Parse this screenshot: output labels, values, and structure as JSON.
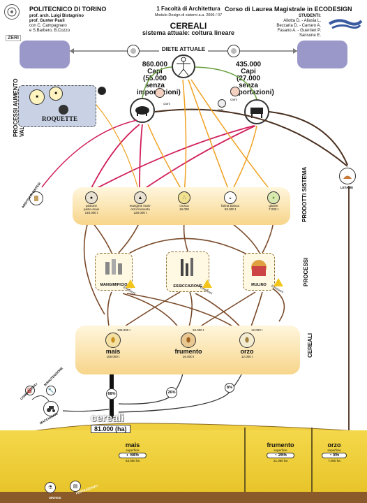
{
  "header": {
    "university": "POLITECNICO DI TORINO",
    "professors": [
      "prof. arch. Luigi Bistagnino",
      "prof. Gunter Pauli",
      "con C. Campagnaro",
      "e S.Barbero, B.Cozzo"
    ],
    "faculty": "1 Facoltà di Architettura",
    "module": "Modulo Design di sistemi  a.a. 2006 / 07",
    "course": "Corso di Laurea Magistrale in ECODESIGN",
    "students_label": "STUDENTI:",
    "students": [
      "Aliotta D. - Allasia L.",
      "Beccaria D. - Carraro A.",
      "Fasano A. - Guerrieri P.",
      "Sansone E."
    ],
    "title": "CEREALI",
    "subtitle": "sistema attuale: coltura lineare",
    "zeri_logo": "ZERI"
  },
  "diets": {
    "label": "DIETE ATTUALE",
    "left_value": "860.000",
    "left_text": [
      "Capi",
      "(55.000",
      "senza",
      "importazioni)"
    ],
    "right_value": "435.000",
    "right_text": [
      "Capi",
      "(27.000",
      "senza",
      "importazioni)"
    ],
    "carni_left": "carni",
    "carni_right": "carni",
    "latte": "latte"
  },
  "side_labels": {
    "processi_aumento": "PROCESSI AUMENTO VALORE",
    "prodotti_sistema": "PRODOTTI SISTEMA",
    "processi": "PROCESSI",
    "cereali": "CEREALI",
    "letame": "LETAME",
    "additivi": "ADDITIVI DI SINTESI",
    "macchinari": "MACCHINARI",
    "combustibili": "COMBUSTIBILI",
    "manutenzione": "MANUTENZIONE"
  },
  "roquette": "ROQUETTE",
  "prodotti": [
    {
      "name": "pastone",
      "name2": "pasto-mais",
      "value": "140.000 t"
    },
    {
      "name": "mangime mais-",
      "name2": "orzo frumento",
      "value": "220.000 t"
    },
    {
      "name": "crusca",
      "name2": "",
      "value": "16.000"
    },
    {
      "name": "farina bianca",
      "name2": "",
      "value": "83.000 t"
    },
    {
      "name": "glutine",
      "name2": "",
      "value": "7.000 t"
    }
  ],
  "processi": [
    {
      "name": "MANGIMIFICIO",
      "warn": "Emissioni"
    },
    {
      "name": "ESSICCAZIONE",
      "warn": "Emissioni"
    },
    {
      "name": "MULINO",
      "warn": "Emissioni"
    }
  ],
  "cereali": [
    {
      "name": "mais",
      "top_value": "106.000 t",
      "bottom_value": "106.000 t"
    },
    {
      "name": "frumento",
      "top_value": "26.000 t",
      "bottom_value": "26.000 t"
    },
    {
      "name": "orzo",
      "top_value": "12.000 t",
      "bottom_value": "12.000 t"
    }
  ],
  "arrows": {
    "pct_68": "68%",
    "pct_26": "26%",
    "pct_8": "8%"
  },
  "field": {
    "label": "cereali",
    "total": "81.000 (ha)",
    "sections": [
      {
        "name": "mais",
        "sup": "superficie",
        "pct": "68%",
        "ha": "53.000 ha"
      },
      {
        "name": "frumento",
        "sup": "superficie",
        "pct": "26%",
        "ha": "21.000 ha"
      },
      {
        "name": "orzo",
        "sup": "superficie",
        "pct": "8%",
        "ha": "7.000 ha"
      }
    ]
  },
  "bottom": {
    "sintesi": "SINTESI",
    "fertilizzanti": "FERTILIZZANTI"
  },
  "colors": {
    "purple": "#9a98c8",
    "field_yellow": "#f0d040",
    "soil": "#8a5a2a",
    "arrow_red": "#d0205a",
    "arrow_orange": "#f0a020",
    "arrow_brown": "#7a4a2a",
    "arrow_green": "#6aa040"
  }
}
